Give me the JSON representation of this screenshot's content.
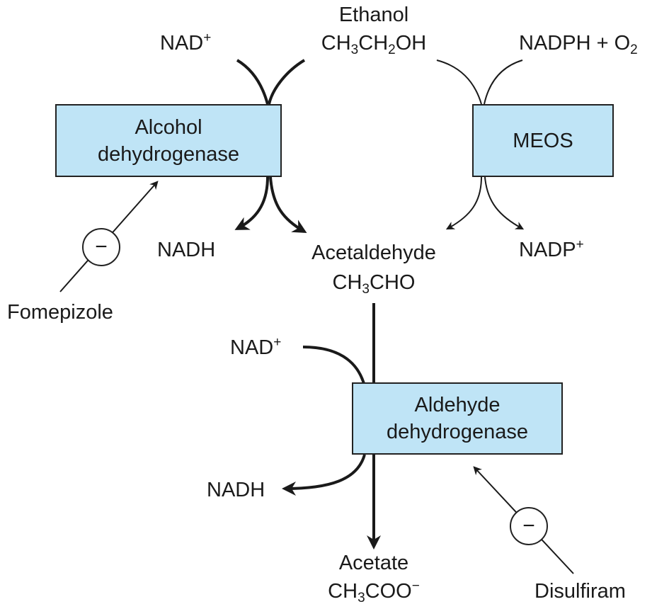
{
  "ethanol": {
    "name": "Ethanol",
    "formula_a": "CH",
    "formula_a_sub": "3",
    "formula_b": "CH",
    "formula_b_sub": "2",
    "formula_c": "OH"
  },
  "adh": {
    "line1": "Alcohol",
    "line2": "dehydrogenase",
    "cofactor_in": "NAD",
    "cofactor_in_sup": "+",
    "cofactor_out": "NADH"
  },
  "meos": {
    "label": "MEOS",
    "cofactor_in": "NADPH + O",
    "cofactor_in_sub": "2",
    "cofactor_out": "NADP",
    "cofactor_out_sup": "+"
  },
  "acetaldehyde": {
    "name": "Acetaldehyde",
    "formula_a": "CH",
    "formula_a_sub": "3",
    "formula_b": "CHO"
  },
  "aldh": {
    "line1": "Aldehyde",
    "line2": "dehydrogenase",
    "cofactor_in": "NAD",
    "cofactor_in_sup": "+",
    "cofactor_out": "NADH"
  },
  "acetate": {
    "name": "Acetate",
    "formula_a": "CH",
    "formula_a_sub": "3",
    "formula_b": "COO",
    "formula_b_sup": "−"
  },
  "inhibitors": {
    "fomepizole": {
      "name": "Fomepizole",
      "symbol": "−",
      "target": "Alcohol dehydrogenase"
    },
    "disulfiram": {
      "name": "Disulfiram",
      "symbol": "−",
      "target": "Aldehyde dehydrogenase"
    }
  },
  "colors": {
    "enzyme_fill": "#bfe4f6",
    "line": "#1a1a1a"
  }
}
